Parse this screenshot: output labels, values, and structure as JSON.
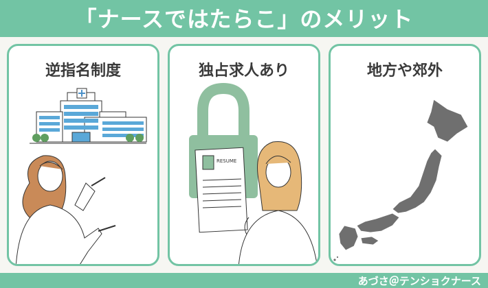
{
  "header": {
    "title": "「ナースではたらこ」のメリット"
  },
  "cards": [
    {
      "title": "逆指名制度",
      "icon": "hospital-and-pointing-woman-illustration"
    },
    {
      "title": "独占求人あり",
      "icon": "lock-resume-woman-illustration",
      "resume_label": "RESUME"
    },
    {
      "title": "地方や郊外",
      "icon": "japan-map-illustration"
    }
  ],
  "footer": {
    "credit": "あづさ＠テンショクナース"
  },
  "colors": {
    "accent": "#72c4a4",
    "panel_bg": "#f6f6f2",
    "map": "#6f6f6f",
    "lock": "#8fbf9f"
  }
}
